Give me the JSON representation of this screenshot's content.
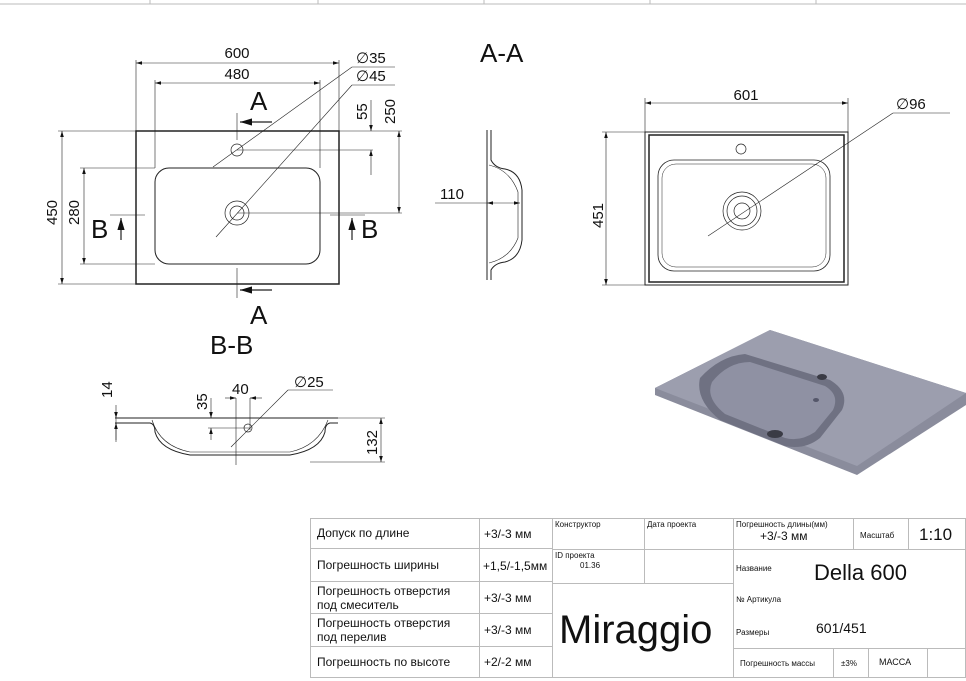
{
  "drawing": {
    "top_view": {
      "width_total": "600",
      "width_bowl": "480",
      "hole1_dia": "∅35",
      "hole2_dia": "∅45",
      "dim_55": "55",
      "dim_250": "250",
      "height_total": "450",
      "height_bowl": "280",
      "section_a": "A",
      "section_b": "B"
    },
    "section_aa": {
      "title": "A-A",
      "depth": "110"
    },
    "section_bb": {
      "title": "B-B",
      "dim_14": "14",
      "dim_35": "35",
      "dim_40": "40",
      "overflow_dia": "∅25",
      "dim_132": "132"
    },
    "bottom_view": {
      "width": "601",
      "height": "451",
      "drain_dia": "∅96"
    }
  },
  "title_block": {
    "rows": [
      {
        "label": "Допуск по длине",
        "value": "+3/-3 мм"
      },
      {
        "label": "Погрешность ширины",
        "value": "+1,5/-1,5мм"
      },
      {
        "label": "Погрешность отверстия под смеситель",
        "value": "+3/-3 мм"
      },
      {
        "label": "Погрешность отверстия под перелив",
        "value": "+3/-3 мм"
      },
      {
        "label": "Погрешность по высоте",
        "value": "+2/-2 мм"
      }
    ],
    "constructor_label": "Конструктор",
    "date_label": "Дата проекта",
    "project_id_label": "ID проекта",
    "project_id": "01.36",
    "brand": "Miraggio",
    "length_tol_label": "Погрешность длины(мм)",
    "length_tol": "+3/-3 мм",
    "scale_label": "Масштаб",
    "scale": "1:10",
    "name_label": "Название",
    "name": "Della 600",
    "article_label": "№ Артикула",
    "size_label": "Размеры",
    "size": "601/451",
    "mass_tol_label": "Погрешность массы",
    "mass_tol": "±3%",
    "mass_label": "МАССА"
  }
}
